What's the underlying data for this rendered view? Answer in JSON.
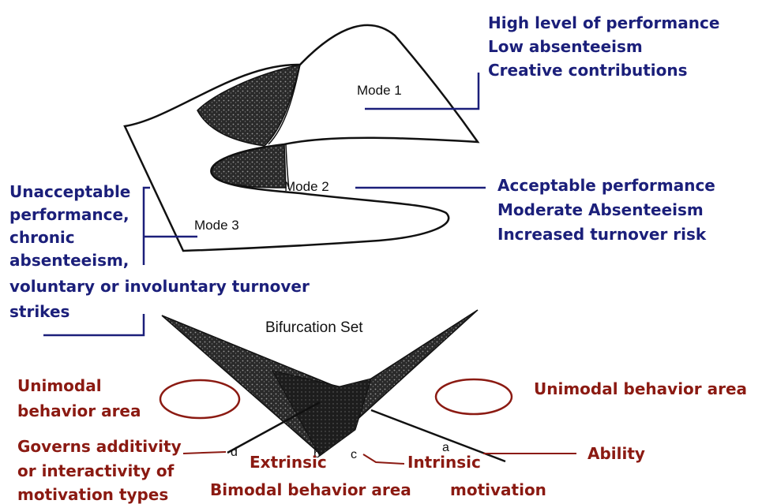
{
  "colors": {
    "navy": "#1b1f7a",
    "maroon": "#8b1a12",
    "ink": "#111111",
    "shade": "#3a3a3a"
  },
  "modes": {
    "mode1": "Mode 1",
    "mode2": "Mode 2",
    "mode3": "Mode 3"
  },
  "mode1_outcomes": [
    "High level of performance",
    "Low absenteeism",
    "Creative contributions"
  ],
  "mode2_outcomes": [
    "Acceptable performance",
    "Moderate Absenteeism",
    "Increased turnover risk"
  ],
  "mode3_outcomes": [
    "Unacceptable",
    "performance,",
    "chronic",
    "absenteeism,",
    "voluntary or involuntary turnover",
    "strikes"
  ],
  "bifurcation_set": "Bifurcation Set",
  "unimodal_left": [
    "Unimodal",
    "behavior area"
  ],
  "unimodal_right": "Unimodal behavior area",
  "governs": [
    "Governs additivity",
    "or interactivity of",
    "motivation types"
  ],
  "bimodal": "Bimodal behavior area",
  "extrinsic": "Extrinsic",
  "intrinsic": [
    "Intrinsic",
    "motivation"
  ],
  "ability": "Ability",
  "axis_letters": {
    "a": "a",
    "b": "b",
    "c": "c",
    "d": "d"
  }
}
